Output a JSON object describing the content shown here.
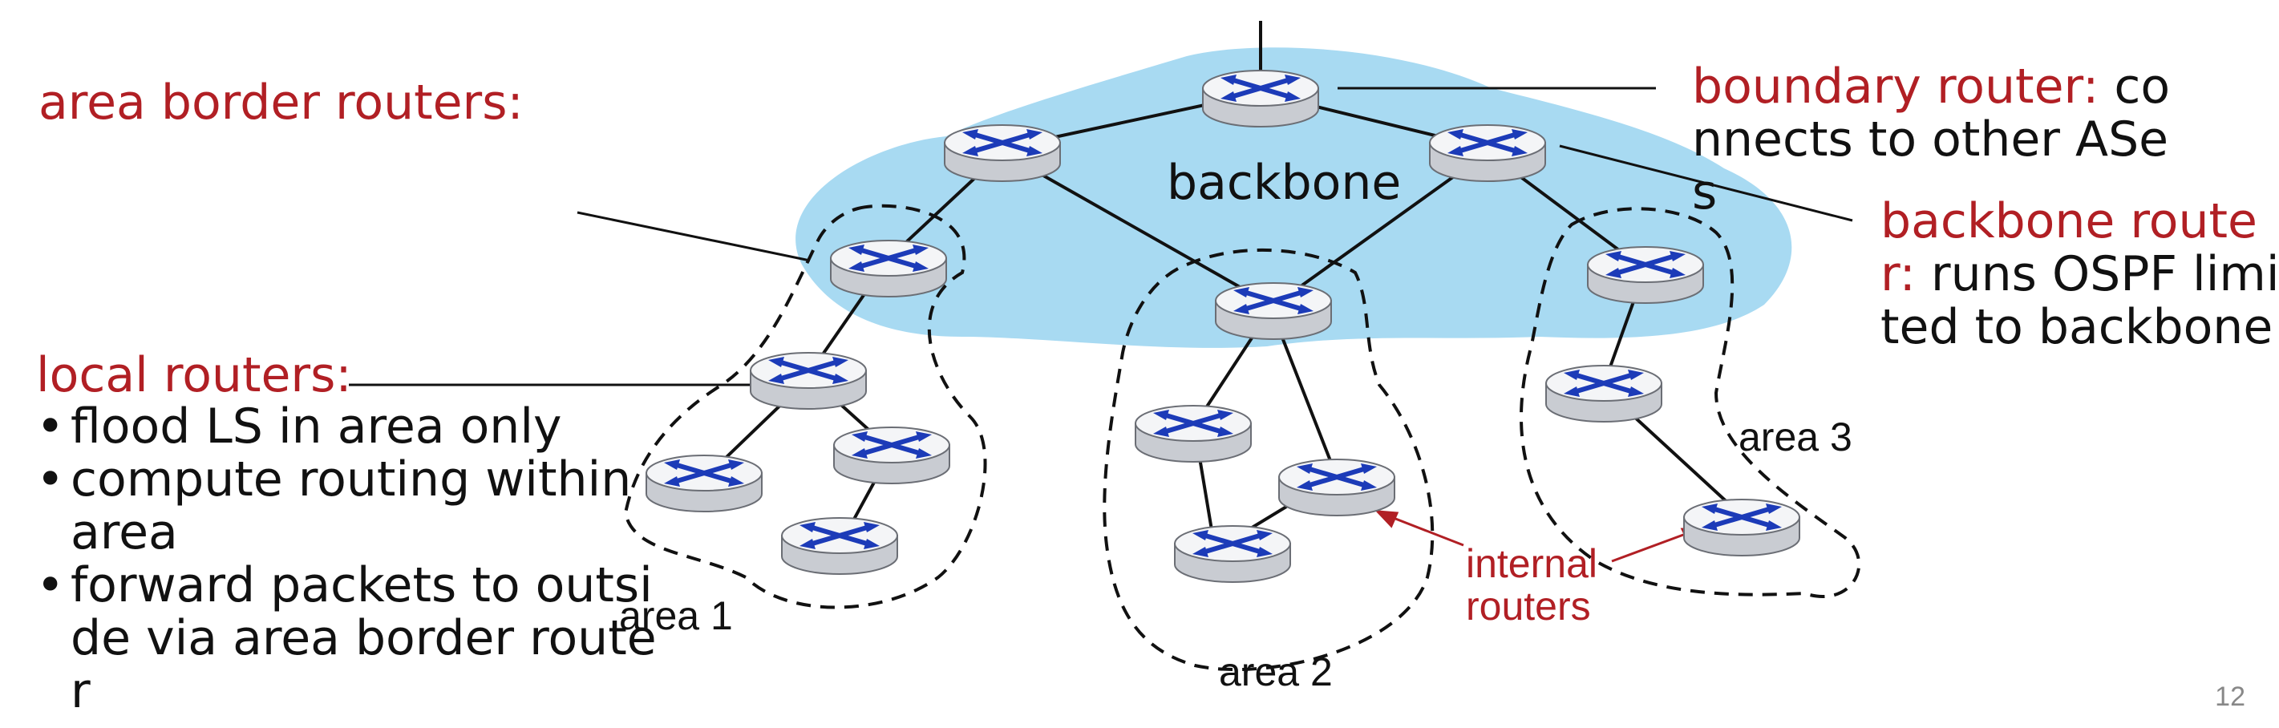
{
  "colors": {
    "title_red": "#b11f24",
    "backbone_fill": "#a8daf2",
    "router_body": "#d9dbe0",
    "router_top": "#f4f5f7",
    "router_arrows": "#1c3bb8"
  },
  "labels": {
    "area_border": "area border routers:",
    "boundary_title": "boundary router:",
    "boundary_line1_rest": " co",
    "boundary_line2": "nnects to other ASe",
    "boundary_line3": "s",
    "backbone_router_line1_red": "backbone route",
    "backbone_router_line2_red": "r:",
    "backbone_router_line2_rest": " runs OSPF limi",
    "backbone_router_line3": "ted to backbone",
    "backbone": "backbone",
    "local_routers_title": "local routers:",
    "bullet": "•",
    "bullet1": "flood LS in area only",
    "bullet2_line1": "compute routing within",
    "bullet2_line2": "area",
    "bullet3_line1": "forward packets to outsi",
    "bullet3_line2": "de via area border route",
    "bullet3_line3": "r",
    "area1": "area 1",
    "area2": "area 2",
    "area3": "area 3",
    "internal_line1": "internal",
    "internal_line2": "routers",
    "page_number": "12"
  },
  "routers": [
    "boundary",
    "backbone-left",
    "backbone-right",
    "area1-border",
    "area1-local",
    "area1-r1",
    "area1-r2",
    "area1-r3",
    "area2-border",
    "area2-r1",
    "area2-r2",
    "area2-r3",
    "area3-border",
    "area3-r1",
    "area3-r2"
  ]
}
